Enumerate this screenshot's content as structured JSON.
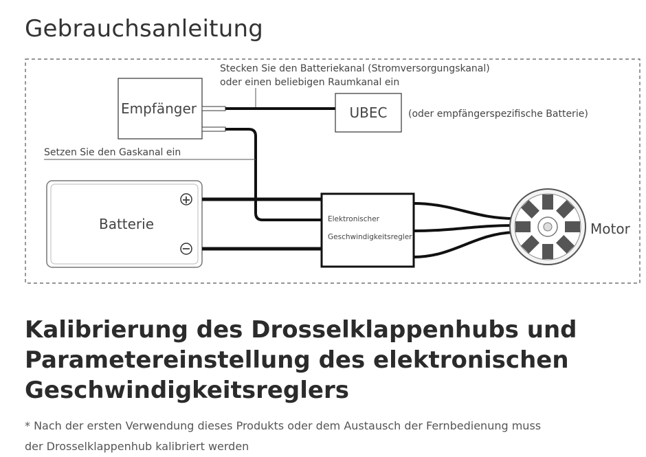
{
  "page_title": "Gebrauchsanleitung",
  "diagram": {
    "note_battery_channel_line1": "Stecken Sie den Batteriekanal (Stromversorgungskanal)",
    "note_battery_channel_line2": "oder einen beliebigen Raumkanal ein",
    "receiver_label": "Empfänger",
    "ubec_label": "UBEC",
    "ubec_note": "(oder empfängerspezifische Batterie)",
    "throttle_note": "Setzen Sie den Gaskanal ein",
    "battery_label": "Batterie",
    "battery_plus": "+",
    "battery_minus": "−",
    "esc_label_line1": "Elektronischer",
    "esc_label_line2": "Geschwindigkeitsregler",
    "motor_label": "Motor"
  },
  "section": {
    "heading_line1": "Kalibrierung des Drosselklappenhubs und",
    "heading_line2": "Parametereinstellung des elektronischen",
    "heading_line3": "Geschwindigkeitsreglers",
    "note_line1": "* Nach der ersten Verwendung dieses Produkts oder dem Austausch der Fernbedienung muss",
    "note_line2": "der Drosselklappenhub kalibriert werden"
  }
}
